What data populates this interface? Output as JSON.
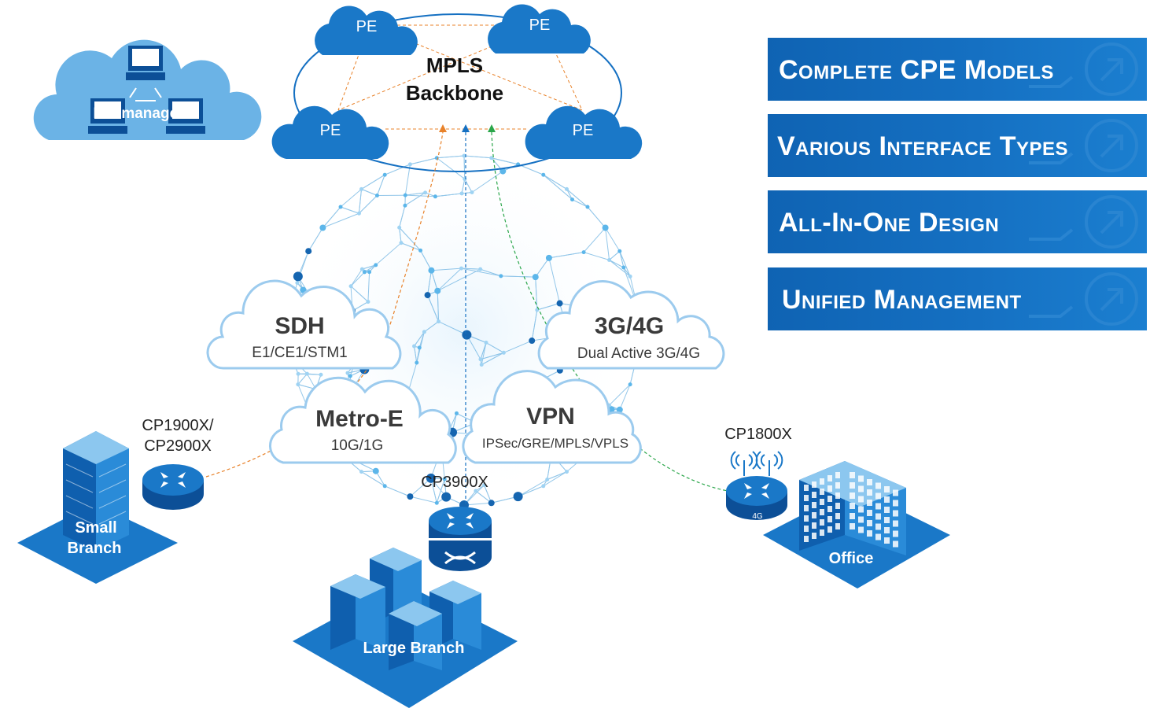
{
  "net_manager": {
    "label": "Net manager"
  },
  "backbone": {
    "title_line1": "MPLS",
    "title_line2": "Backbone",
    "pe_labels": [
      "PE",
      "PE",
      "PE",
      "PE"
    ]
  },
  "clouds": {
    "sdh": {
      "title": "SDH",
      "subtitle": "E1/CE1/STM1"
    },
    "cellular": {
      "title": "3G/4G",
      "subtitle": "Dual Active 3G/4G"
    },
    "metro": {
      "title": "Metro-E",
      "subtitle": "10G/1G"
    },
    "vpn": {
      "title": "VPN",
      "subtitle": "IPSec/GRE/MPLS/VPLS"
    }
  },
  "sites": {
    "small_branch": {
      "label_line1": "Small",
      "label_line2": "Branch",
      "router_line1": "CP1900X/",
      "router_line2": "CP2900X"
    },
    "large_branch": {
      "label": "Large Branch",
      "router": "CP3900X"
    },
    "office": {
      "label": "Office",
      "router": "CP1800X",
      "router_badge": "4G"
    }
  },
  "features": [
    {
      "label": "Complete CPE Models"
    },
    {
      "label": "Various Interface Types"
    },
    {
      "label": "All-In-One Design"
    },
    {
      "label": "Unified Management"
    }
  ],
  "colors": {
    "brand_blue": "#1570c2",
    "cloud_blue": "#1a78c8",
    "light_cloud": "#6bb3e6",
    "orange_link": "#e8822a",
    "green_link": "#2aa64a",
    "mesh": "#3d9ad8"
  }
}
